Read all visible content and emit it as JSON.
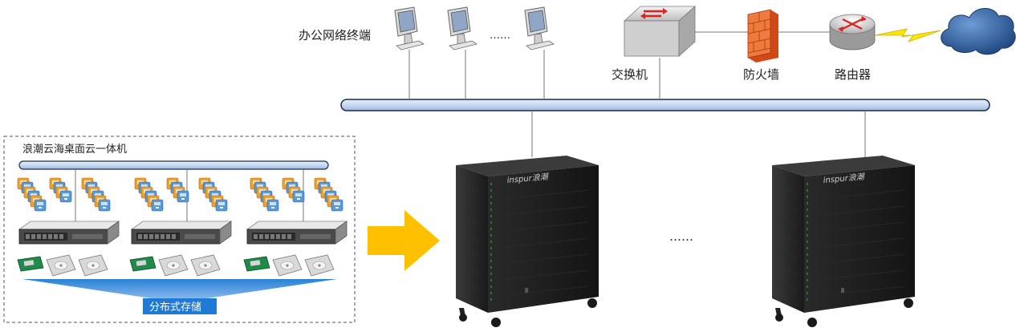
{
  "labels": {
    "office_terminals": "办公网络终端",
    "terminal_ellipsis": "……",
    "switch": "交换机",
    "firewall": "防火墙",
    "router": "路由器",
    "cloud_desktop_box": "浪潮云海桌面云一体机",
    "distributed_storage": "分布式存储",
    "cabinet_ellipsis": "……",
    "cabinet_logo": "inspur浪潮"
  },
  "colors": {
    "bus_fill": "#c6d9f1",
    "bus_stroke": "#1f2d4d",
    "arrow": "#ffc000",
    "storage_blue": "#1f7ad6",
    "firewall": "#e8632a",
    "cloud": "#2f5f9e",
    "cabinet": "#1e1e1e",
    "vm_orange": "#f0a030",
    "vm_blue": "#5b9bd5"
  },
  "icons": {
    "terminal": "monitor-icon",
    "switch": "switch-icon",
    "firewall": "firewall-icon",
    "router": "router-icon",
    "internet": "cloud-icon",
    "link": "lightning-icon",
    "vm": "vm-icon",
    "server": "rack-server-icon",
    "disk": "hard-disk-icon",
    "cabinet": "cabinet-icon",
    "flow": "right-arrow-icon"
  }
}
